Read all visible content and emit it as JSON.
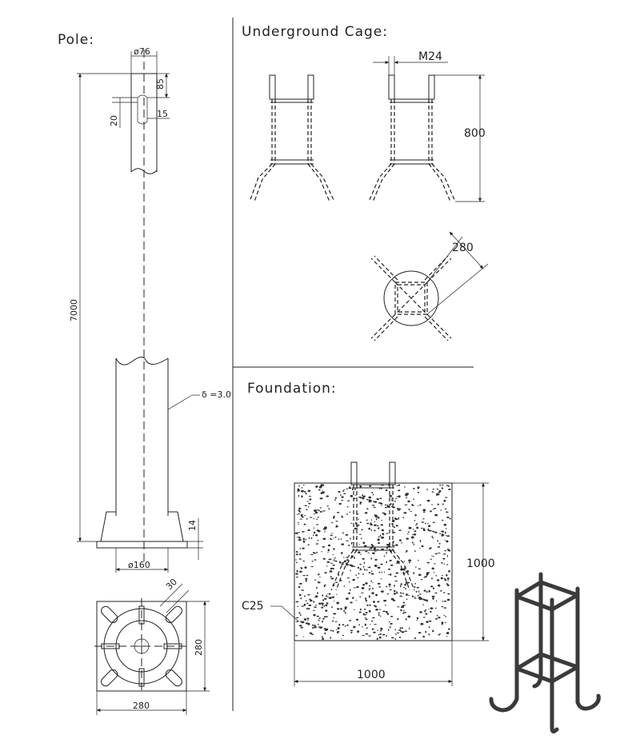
{
  "sections": {
    "pole": "Pole:",
    "cage": "Underground  Cage:",
    "foundation": "Foundation:"
  },
  "pole": {
    "top_diameter": "ø76",
    "top_offset": "85",
    "slot_width": "15",
    "slot_height": "20",
    "height": "7000",
    "thickness": "δ =3.0",
    "base_plate_thickness": "14",
    "base_diameter": "ø160",
    "bolt_slot": "30",
    "plate_width": "280",
    "plate_depth": "280"
  },
  "cage": {
    "bolt": "M24",
    "height": "800",
    "spacing": "280"
  },
  "foundation": {
    "concrete_grade": "C25",
    "depth": "1000",
    "width": "1000"
  },
  "colors": {
    "line": "#222222",
    "background": "#ffffff",
    "rebar3d": "#3a3a3a"
  }
}
